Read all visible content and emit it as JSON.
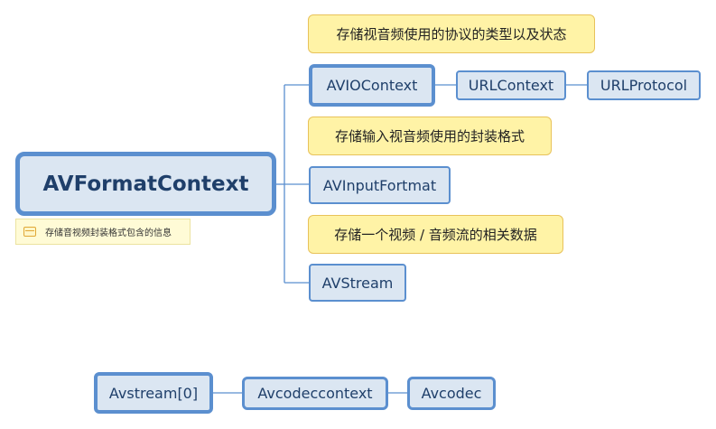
{
  "root": {
    "label": "AVFormatContext",
    "note": "存储音视频封装格式包含的信息"
  },
  "children": [
    {
      "label": "AVIOContext",
      "callout": "存储视音频使用的协议的类型以及状态",
      "chain": [
        "URLContext",
        "URLProtocol"
      ]
    },
    {
      "label": "AVInputFortmat",
      "callout": "存储输入视音频使用的封装格式"
    },
    {
      "label": "AVStream",
      "callout": "存储一个视频 / 音频流的相关数据"
    }
  ],
  "bottom_chain": [
    "Avstream[0]",
    "Avcodeccontext",
    "Avcodec"
  ],
  "colors": {
    "node_fill": "#dbe6f2",
    "node_border": "#5b8fcf",
    "connector": "#5b8fcf",
    "callout_fill": "#fff3a6",
    "callout_border": "#e8c25a"
  }
}
